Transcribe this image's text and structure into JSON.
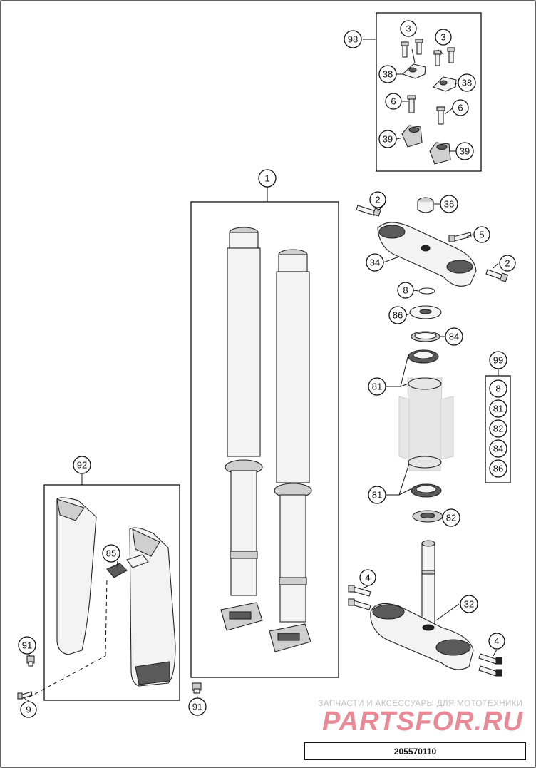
{
  "callouts": {
    "c1": "1",
    "c2a": "2",
    "c2b": "2",
    "c3a": "3",
    "c3b": "3",
    "c4a": "4",
    "c4b": "4",
    "c5": "5",
    "c6a": "6",
    "c6b": "6",
    "c8": "8",
    "c9": "9",
    "c32": "32",
    "c34": "34",
    "c36": "36",
    "c38a": "38",
    "c38b": "38",
    "c39a": "39",
    "c39b": "39",
    "c81a": "81",
    "c81b": "81",
    "c82": "82",
    "c84": "84",
    "c85": "85",
    "c86": "86",
    "c91a": "91",
    "c91b": "91",
    "c92": "92",
    "c98": "98",
    "c99": "99"
  },
  "kit_99": {
    "items": [
      "8",
      "81",
      "82",
      "84",
      "86"
    ]
  },
  "watermark": {
    "tagline": "ЗАПЧАСТИ И АКСЕССУАРЫ ДЛЯ МОТОТЕХНИКИ",
    "brand": "PARTSFOR.RU"
  },
  "drawing_code": "205570110",
  "colors": {
    "line": "#111111",
    "watermark": "#e98a96"
  }
}
